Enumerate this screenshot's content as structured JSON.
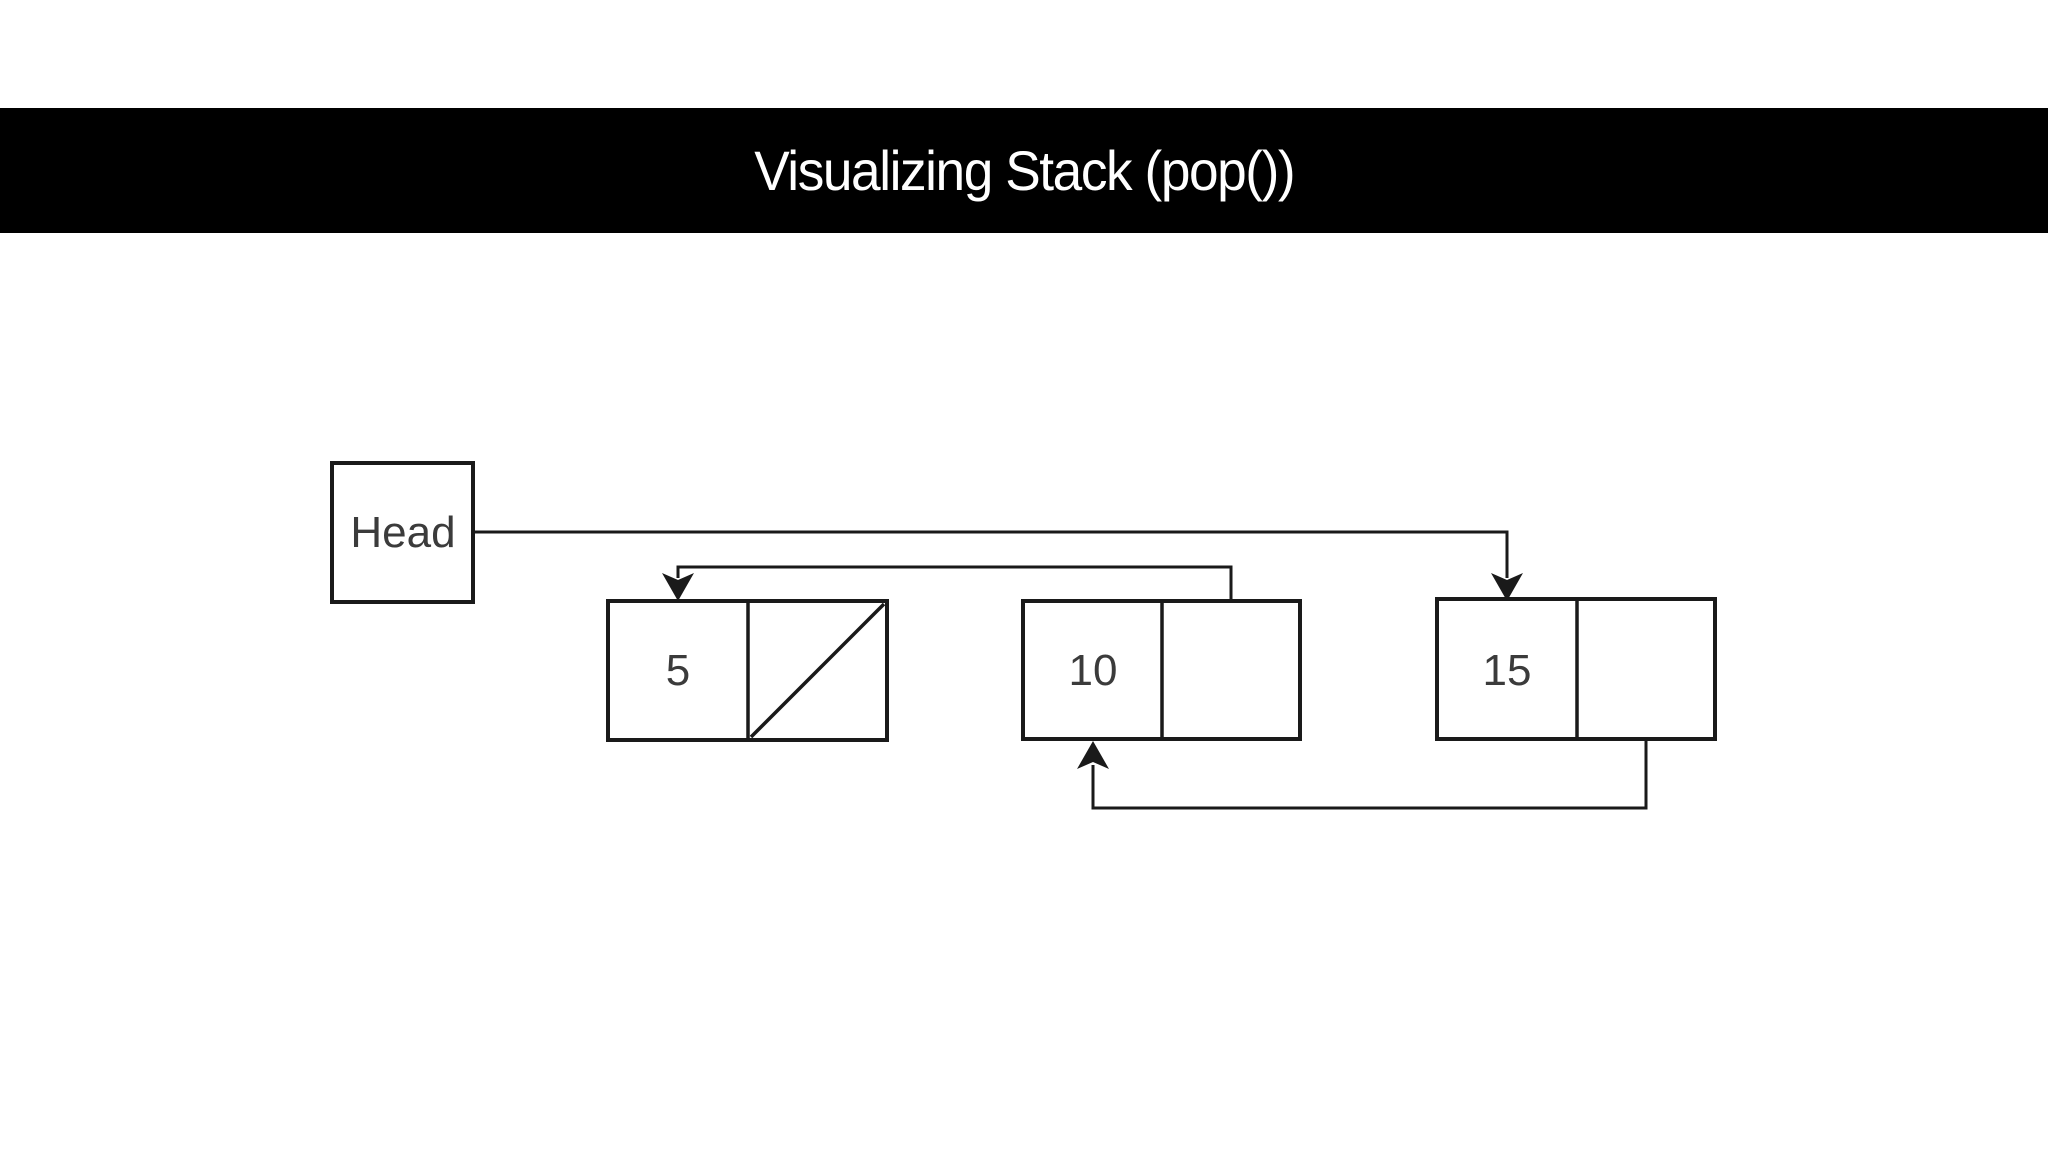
{
  "title": "Visualizing Stack (pop())",
  "diagram": {
    "head": {
      "label": "Head"
    },
    "nodes": [
      {
        "id": "node-5",
        "value": "5",
        "pointer": "null-slash"
      },
      {
        "id": "node-10",
        "value": "10",
        "pointer": "arrow"
      },
      {
        "id": "node-15",
        "value": "15",
        "pointer": "arrow"
      }
    ],
    "edges": [
      {
        "from": "head",
        "to": "node-15"
      },
      {
        "from": "node-10",
        "to": "node-5"
      },
      {
        "from": "node-15",
        "to": "node-10"
      }
    ]
  },
  "colors": {
    "bar_background": "#000000",
    "bar_text": "#ffffff",
    "canvas_background": "#ffffff",
    "shape_stroke": "#1a1a1a",
    "label_text": "#3b3b3b"
  }
}
